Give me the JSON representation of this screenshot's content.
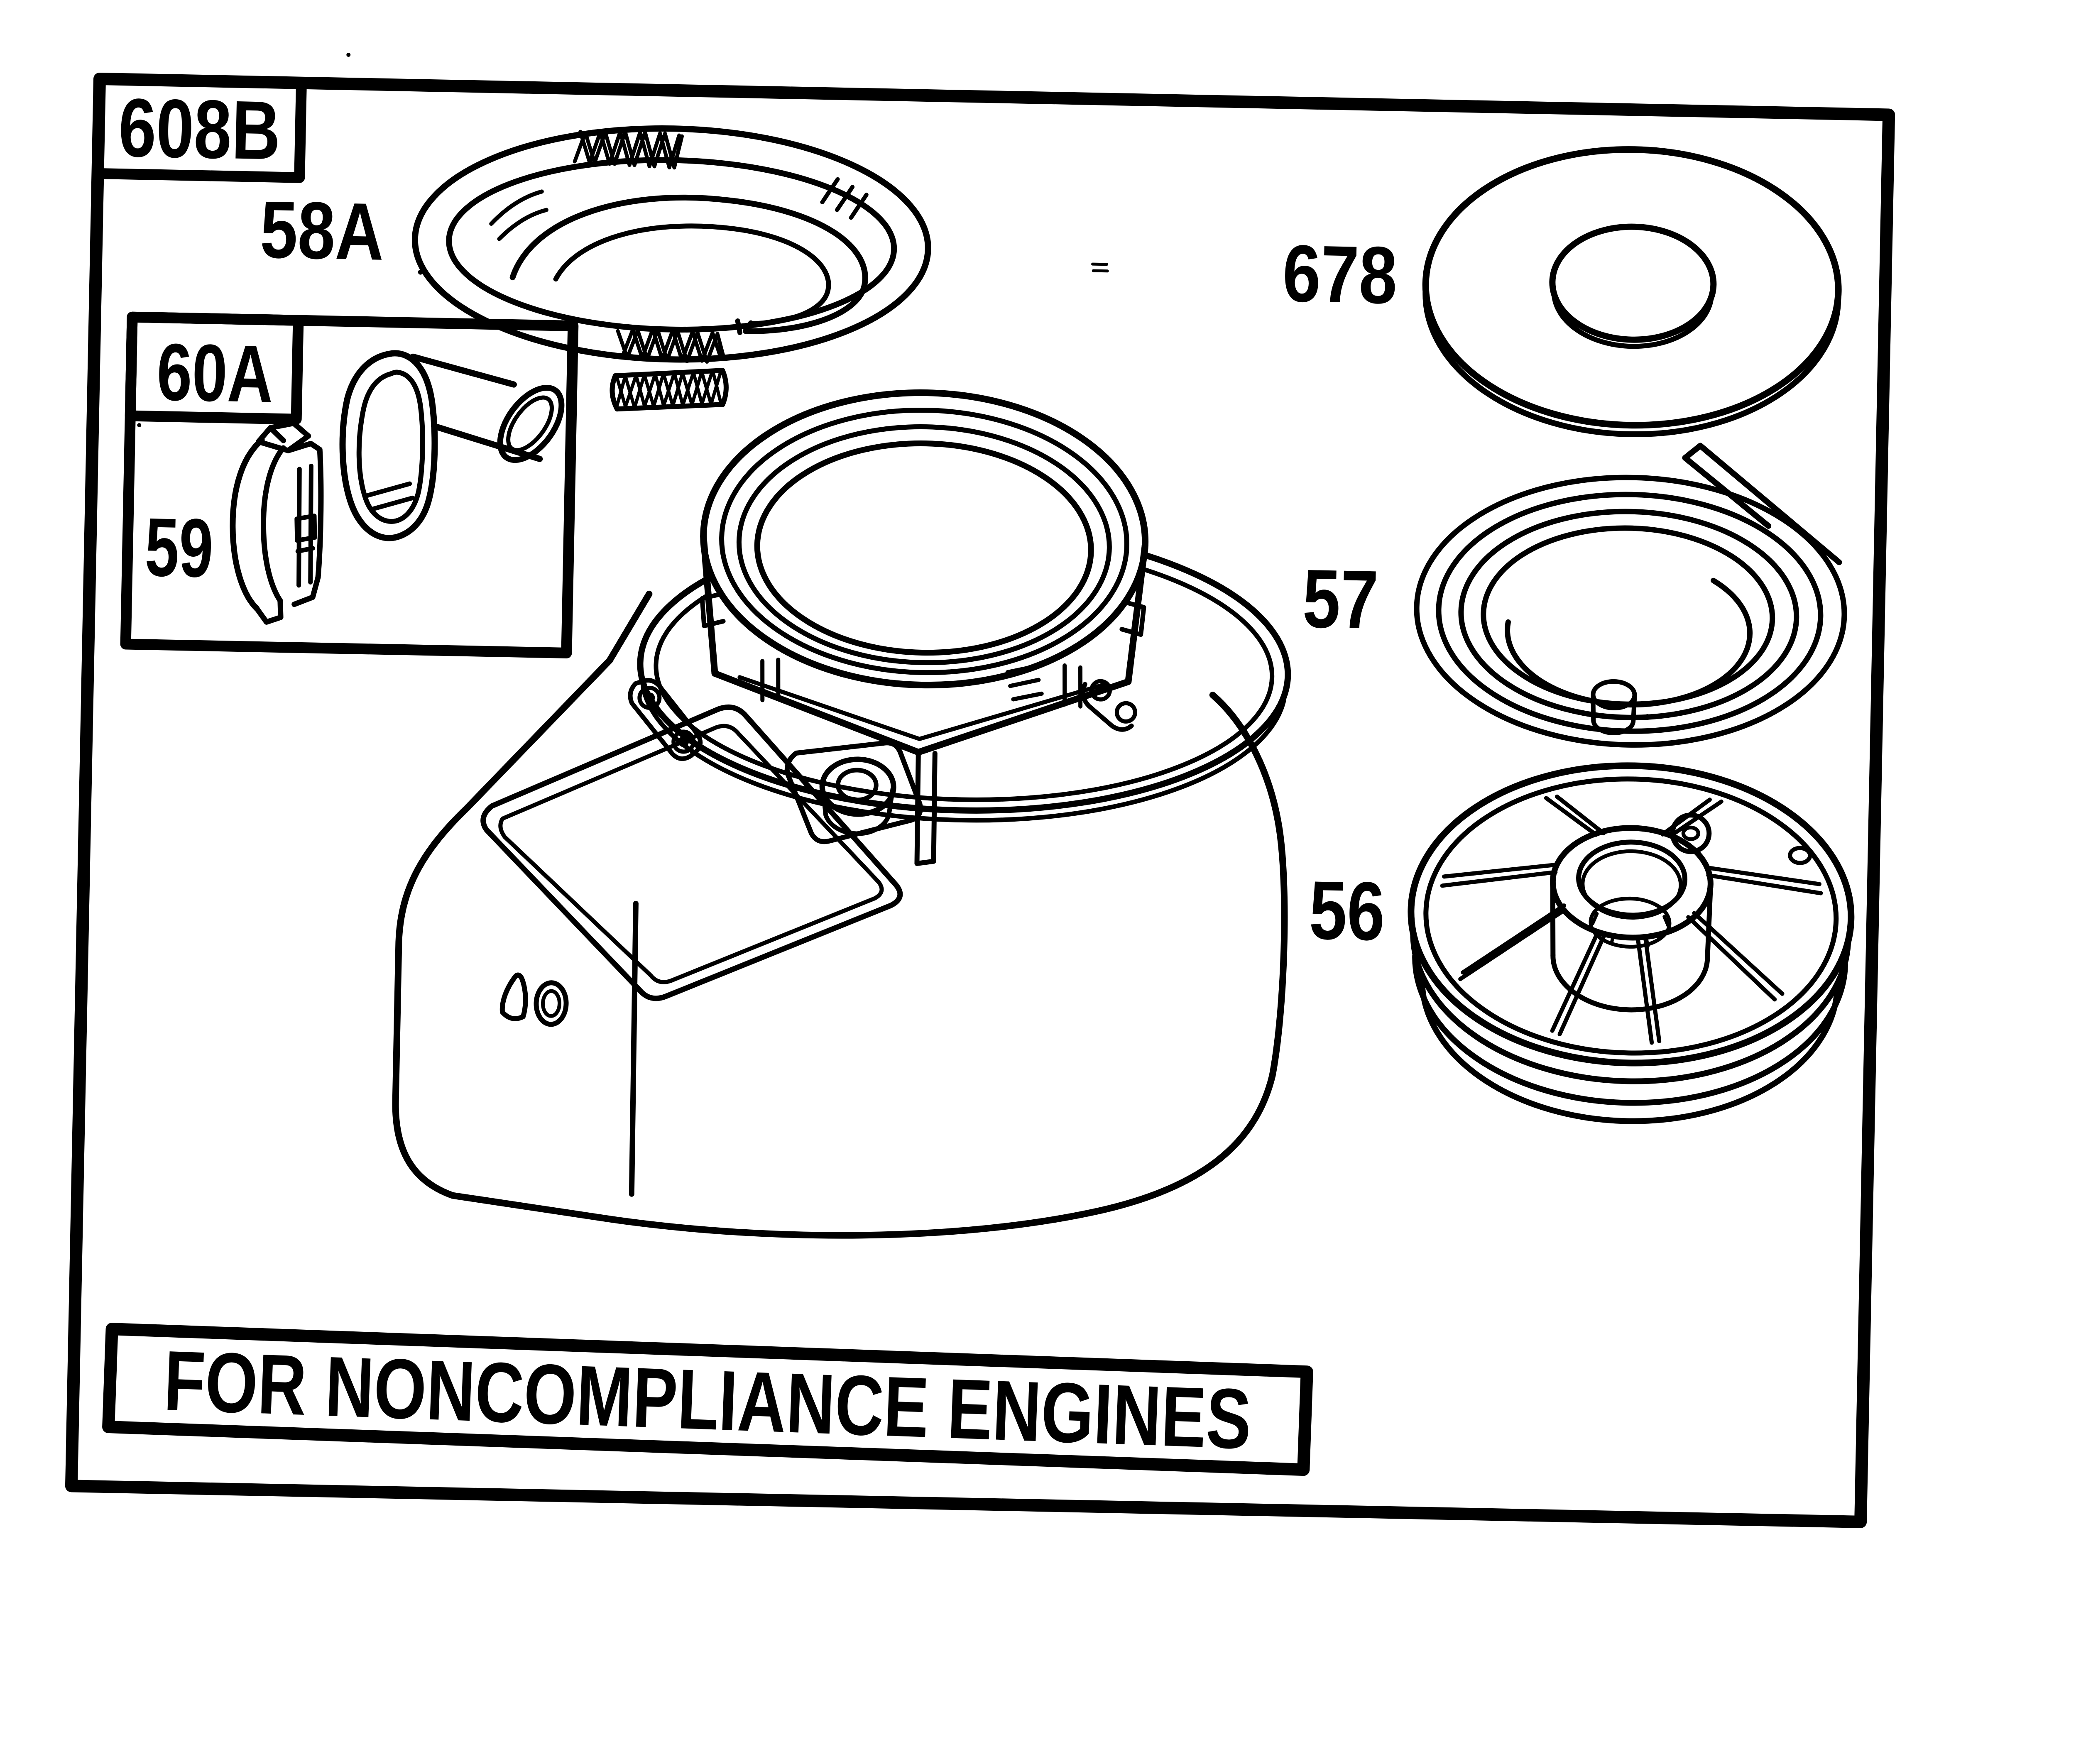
{
  "page": {
    "background": "#ffffff",
    "ink": "#000000"
  },
  "figure": {
    "id_label": "608B",
    "banner_text": "FOR NONCOMPLIANCE ENGINES",
    "labels": {
      "rope_coil": "58A",
      "inset_box": "60A",
      "insert": "59",
      "washer": "678",
      "rewind_spring": "57",
      "pulley": "56"
    }
  }
}
